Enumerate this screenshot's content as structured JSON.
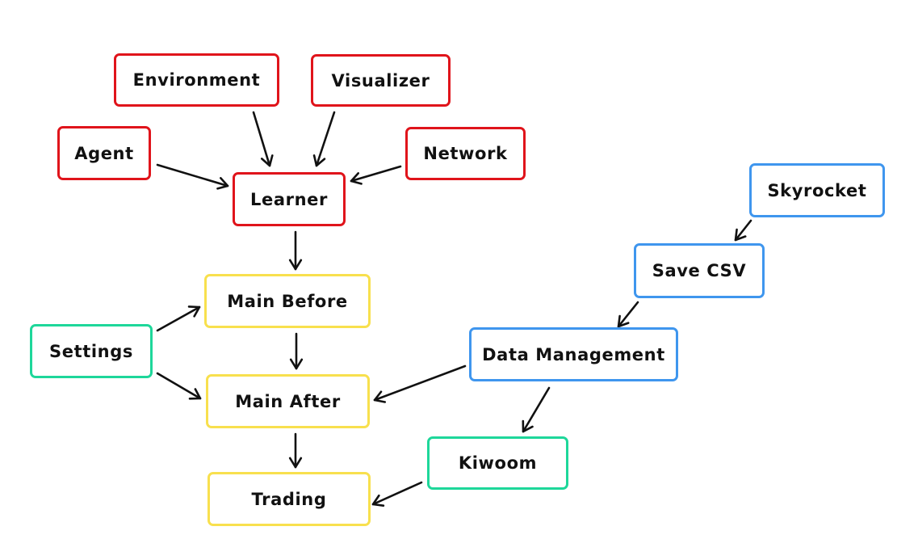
{
  "colors": {
    "learning": "#e0141b",
    "main": "#f8e04e",
    "external": "#1ed79a",
    "data": "#3f96ee",
    "arrow": "#111111"
  },
  "nodes": {
    "environment": {
      "label": "Environment",
      "color_key": "learning"
    },
    "visualizer": {
      "label": "Visualizer",
      "color_key": "learning"
    },
    "agent": {
      "label": "Agent",
      "color_key": "learning"
    },
    "network": {
      "label": "Network",
      "color_key": "learning"
    },
    "learner": {
      "label": "Learner",
      "color_key": "learning"
    },
    "main_before": {
      "label": "Main Before",
      "color_key": "main"
    },
    "main_after": {
      "label": "Main After",
      "color_key": "main"
    },
    "trading": {
      "label": "Trading",
      "color_key": "main"
    },
    "settings": {
      "label": "Settings",
      "color_key": "external"
    },
    "kiwoom": {
      "label": "Kiwoom",
      "color_key": "external"
    },
    "skyrocket": {
      "label": "Skyrocket",
      "color_key": "data"
    },
    "save_csv": {
      "label": "Save CSV",
      "color_key": "data"
    },
    "data_management": {
      "label": "Data Management",
      "color_key": "data"
    }
  },
  "edges": [
    {
      "from": "environment",
      "to": "learner"
    },
    {
      "from": "visualizer",
      "to": "learner"
    },
    {
      "from": "agent",
      "to": "learner"
    },
    {
      "from": "network",
      "to": "learner"
    },
    {
      "from": "learner",
      "to": "main_before"
    },
    {
      "from": "settings",
      "to": "main_before"
    },
    {
      "from": "settings",
      "to": "main_after"
    },
    {
      "from": "main_before",
      "to": "main_after"
    },
    {
      "from": "main_after",
      "to": "trading"
    },
    {
      "from": "skyrocket",
      "to": "save_csv"
    },
    {
      "from": "save_csv",
      "to": "data_management"
    },
    {
      "from": "data_management",
      "to": "main_after"
    },
    {
      "from": "data_management",
      "to": "kiwoom"
    },
    {
      "from": "kiwoom",
      "to": "trading"
    }
  ]
}
